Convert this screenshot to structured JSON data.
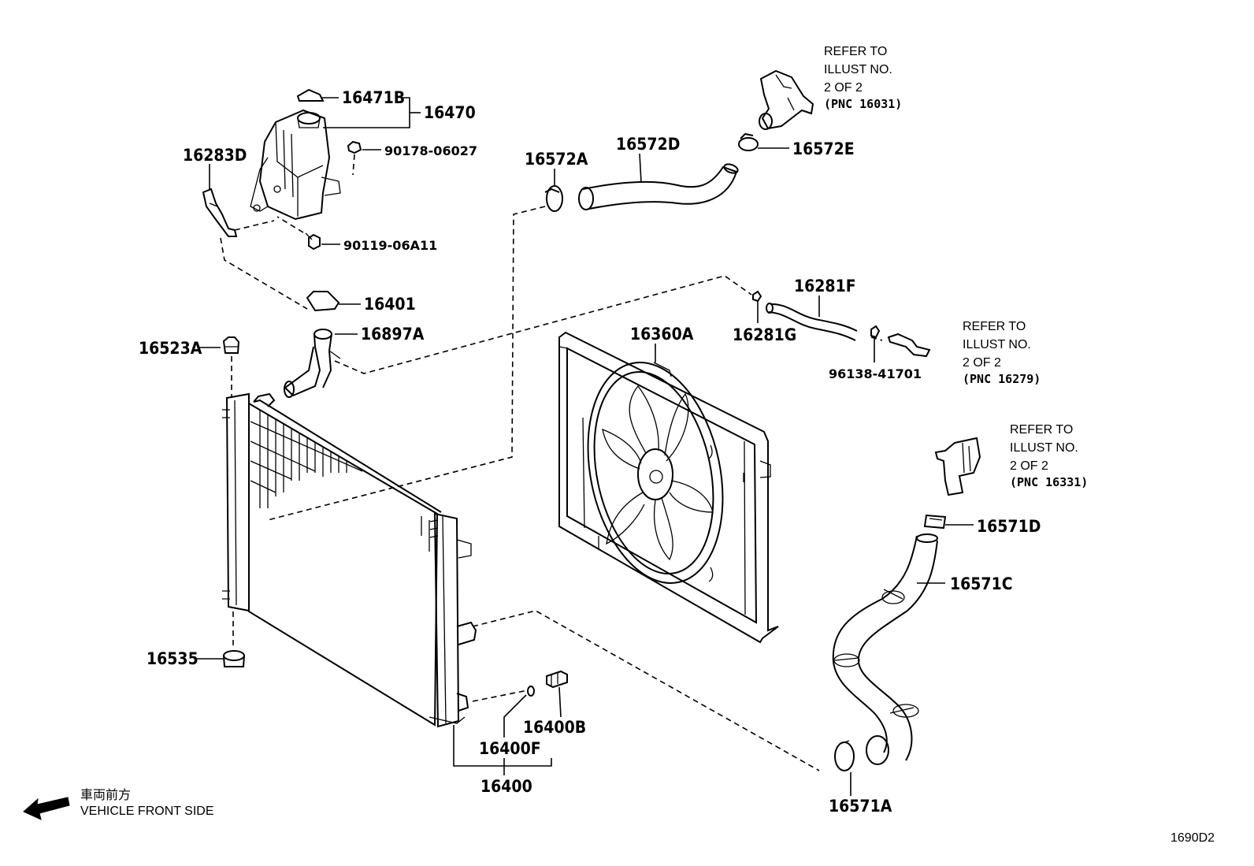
{
  "diagram_code": "1690D2",
  "direction": {
    "label_jp": "車両前方",
    "label_en": "VEHICLE FRONT SIDE"
  },
  "parts": {
    "p16471B": "16471B",
    "p16470": "16470",
    "p90178": "90178-06027",
    "p16283D": "16283D",
    "p90119": "90119-06A11",
    "p16401": "16401",
    "p16897A": "16897A",
    "p16523A": "16523A",
    "p16535": "16535",
    "p16572A": "16572A",
    "p16572D": "16572D",
    "p16572E": "16572E",
    "p16360A": "16360A",
    "p16281F": "16281F",
    "p16281G": "16281G",
    "p96138": "96138-41701",
    "p16571D": "16571D",
    "p16571C": "16571C",
    "p16571A": "16571A",
    "p16400B": "16400B",
    "p16400F": "16400F",
    "p16400": "16400"
  },
  "refers": [
    {
      "l1": "REFER TO",
      "l2": "ILLUST NO.",
      "l3": "2 OF 2",
      "l4": "(PNC 16031)"
    },
    {
      "l1": "REFER TO",
      "l2": "ILLUST NO.",
      "l3": "2 OF 2",
      "l4": "(PNC 16279)"
    },
    {
      "l1": "REFER TO",
      "l2": "ILLUST NO.",
      "l3": "2 OF 2",
      "l4": "(PNC 16331)"
    }
  ]
}
